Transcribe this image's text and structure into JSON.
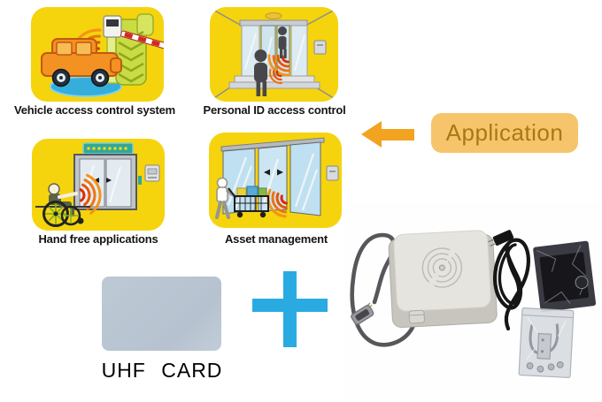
{
  "tiles": [
    {
      "label": "Vehicle access control system",
      "illustration": "vehicle-gate-illustration"
    },
    {
      "label": "Personal ID access control",
      "illustration": "door-access-illustration"
    },
    {
      "label": "Hand free applications",
      "illustration": "wheelchair-elevator-illustration"
    },
    {
      "label": "Asset management",
      "illustration": "cart-sliding-door-illustration"
    }
  ],
  "application": {
    "label": "Application"
  },
  "uhf_card": {
    "label": "UHF CARD"
  },
  "plus_symbol": "+",
  "colors": {
    "tile_yellow": "#F5D40E",
    "caption_text": "#141414",
    "application_box_fill": "#F6C46A",
    "application_text": "#A87913",
    "arrow_orange": "#F2A31F",
    "plus_blue": "#29ABE2",
    "card_gray": "#B9C5D1",
    "signal_red": "#E03010"
  },
  "product_photo": {
    "items": [
      "uhf-reader-antenna",
      "data-cable-with-connector",
      "power-cord",
      "power-adapter-in-bag",
      "mounting-hardware-bag"
    ]
  }
}
